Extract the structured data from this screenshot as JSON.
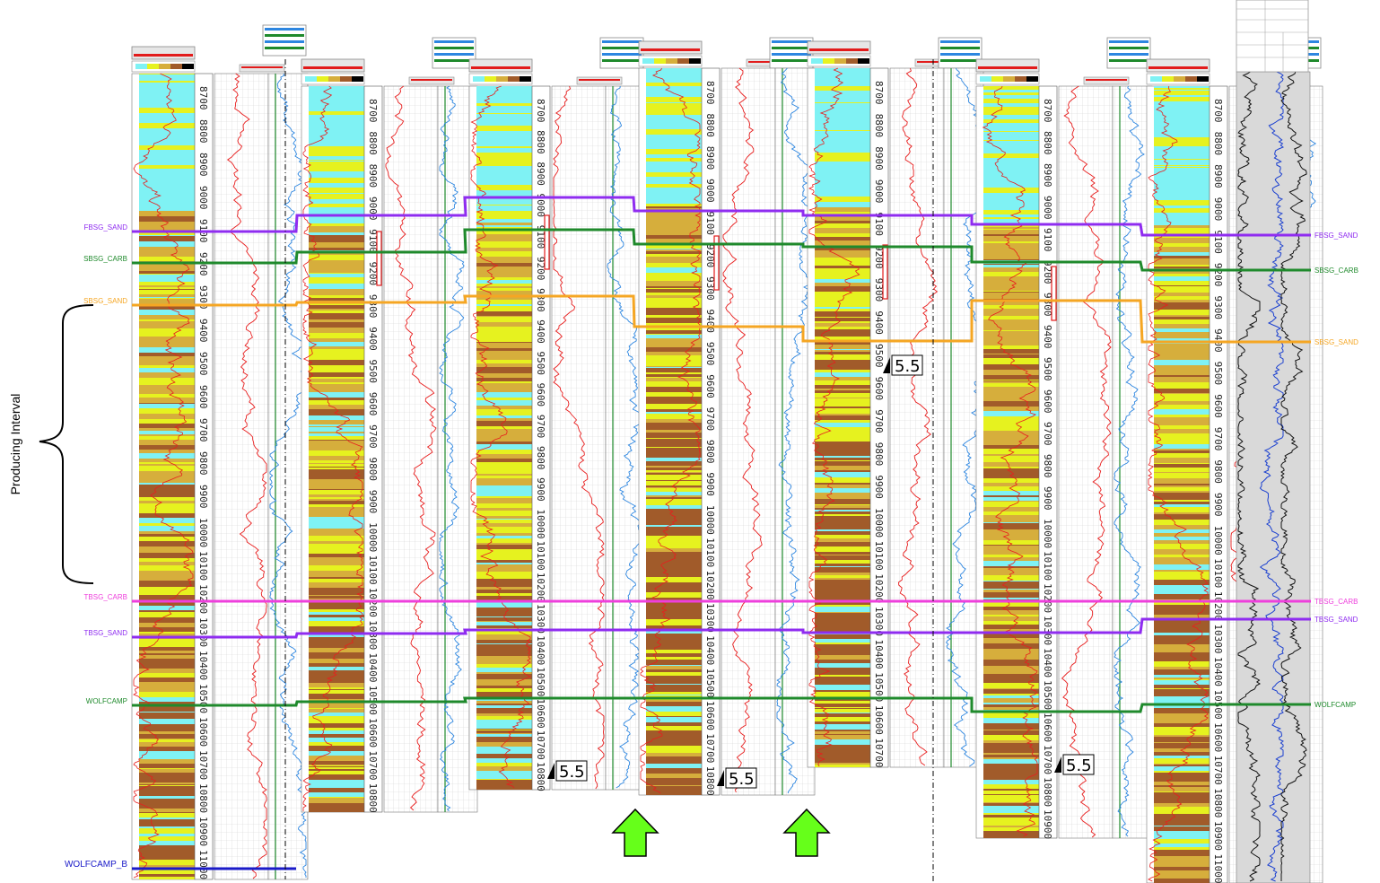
{
  "annotation": {
    "producing_interval": "Producing Interval"
  },
  "tops": [
    {
      "name": "FBSG_SAND",
      "color": "#8f2cf0",
      "label_left": "FBSG_SAND",
      "label_right": "FBSG_SAND"
    },
    {
      "name": "SBSG_CARB",
      "color": "#1f8a2c",
      "label_left": "SBSG_CARB",
      "label_right": "SBSG_CARB"
    },
    {
      "name": "SBSG_SAND",
      "color": "#f5a623",
      "label_left": "SBSG_SAND",
      "label_right": "SBSG_SAND"
    },
    {
      "name": "TBSG_CARB",
      "color": "#ee3fdc",
      "label_left": "TBSG_CARB",
      "label_right": "TBSG_CARB"
    },
    {
      "name": "TBSG_SAND",
      "color": "#8f2cf0",
      "label_left": "TBSG_SAND",
      "label_right": "TBSG_SAND"
    },
    {
      "name": "WOLFCAMP",
      "color": "#1f8a2c",
      "label_left": "WOLFCAMP",
      "label_right": "WOLFCAMP"
    },
    {
      "name": "WOLFCAMP_B",
      "color": "#1a1ac8",
      "label_left": "WOLFCAMP_B",
      "label_right": ""
    }
  ],
  "wells": [
    {
      "depths": [
        "8700",
        "8800",
        "8900",
        "9000",
        "9100",
        "9200",
        "9300",
        "9400",
        "9500",
        "9600",
        "9700",
        "9800",
        "9900",
        "10000",
        "10100",
        "10200",
        "10300",
        "10400",
        "10500",
        "10600",
        "10700",
        "10800",
        "10900",
        "11000"
      ],
      "marker": ""
    },
    {
      "depths": [
        "8700",
        "8800",
        "8900",
        "9000",
        "9100",
        "9200",
        "9300",
        "9400",
        "9500",
        "9600",
        "9700",
        "9800",
        "9900",
        "10000",
        "10100",
        "10200",
        "10300",
        "10400",
        "10500",
        "10600",
        "10700",
        "10800"
      ],
      "marker": ""
    },
    {
      "depths": [
        "8700",
        "8800",
        "8900",
        "9000",
        "9100",
        "9200",
        "9300",
        "9400",
        "9500",
        "9600",
        "9700",
        "9800",
        "9900",
        "10000",
        "10100",
        "10200",
        "10300",
        "10400",
        "10500",
        "10600",
        "10700",
        "10800"
      ],
      "marker": "5.5"
    },
    {
      "depths": [
        "8700",
        "8800",
        "8900",
        "9000",
        "9100",
        "9200",
        "9300",
        "9400",
        "9500",
        "9600",
        "9700",
        "9800",
        "9900",
        "10000",
        "10100",
        "10200",
        "10300",
        "10400",
        "10500",
        "10600",
        "10700",
        "10800"
      ],
      "marker": "5.5"
    },
    {
      "depths": [
        "8700",
        "8800",
        "8900",
        "9000",
        "9100",
        "9200",
        "9300",
        "9400",
        "9500",
        "9600",
        "9700",
        "9800",
        "9900",
        "10000",
        "10100",
        "10200",
        "10300",
        "10400",
        "10500",
        "10600",
        "10700"
      ],
      "marker": "5.5"
    },
    {
      "depths": [
        "8700",
        "8800",
        "8900",
        "9000",
        "9100",
        "9200",
        "9300",
        "9400",
        "9500",
        "9600",
        "9700",
        "9800",
        "9900",
        "10000",
        "10100",
        "10200",
        "10300",
        "10400",
        "10500",
        "10600",
        "10700",
        "10800",
        "10900"
      ],
      "marker": "5.5"
    },
    {
      "depths": [
        "8700",
        "8800",
        "8900",
        "9000",
        "9100",
        "9200",
        "9300",
        "9400",
        "9500",
        "9600",
        "9700",
        "9800",
        "9900",
        "10000",
        "10100",
        "10200",
        "10300",
        "10400",
        "10500",
        "10600",
        "10700",
        "10800",
        "10900",
        "11000"
      ],
      "marker": ""
    }
  ],
  "colors": {
    "carbonate": "#7ff2f4",
    "sand": "#e6f21f",
    "shaly_sand": "#d6ae3c",
    "shale": "#a15b2a",
    "gr_curve": "#e81e1e",
    "res_curve": "#2d86e0",
    "arrow_fill": "#66ff1a"
  },
  "icons": {
    "arrow": "up-arrow-icon"
  }
}
